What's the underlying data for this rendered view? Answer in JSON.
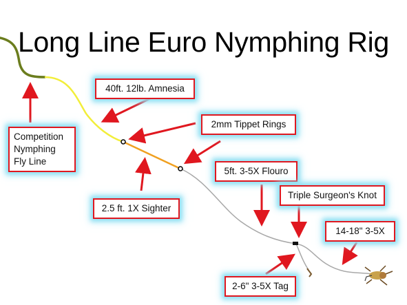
{
  "title": "Long Line Euro Nymphing Rig",
  "labels": {
    "fly_line": [
      "Competition",
      "Nymphing",
      "Fly Line"
    ],
    "amnesia": "40ft. 12lb. Amnesia",
    "tippet_rings": "2mm Tippet Rings",
    "sighter": "2.5 ft. 1X Sighter",
    "flouro": "5ft. 3-5X Flouro",
    "surgeons_knot": "Triple Surgeon's Knot",
    "point": "14-18\" 3-5X",
    "tag": "2-6\" 3-5X Tag"
  },
  "colors": {
    "fly_line": "#6b7d1e",
    "amnesia": "#f2ee3a",
    "sighter": "#f0a020",
    "tippet": "#a8a8a8",
    "arrow": "#e0171f",
    "label_glow": "#8fe0f2"
  }
}
